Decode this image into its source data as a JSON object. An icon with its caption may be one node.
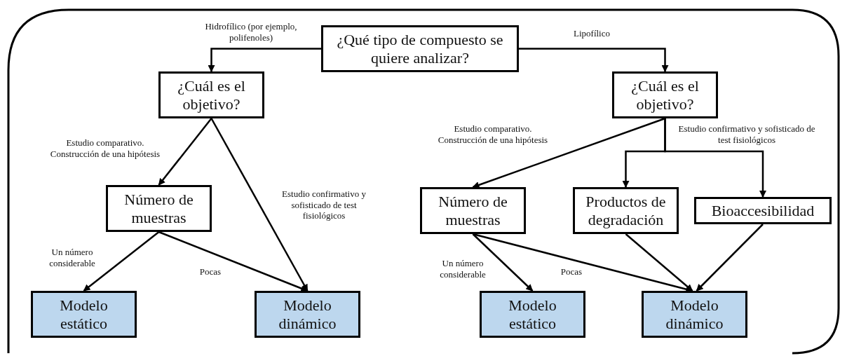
{
  "diagram": {
    "nodes": [
      {
        "text": [
          "¿Qué tipo de compuesto se quiere analizar?"
        ]
      },
      {
        "text": [
          "¿Cuál es el objetivo?"
        ]
      },
      {
        "text": [
          "¿Cuál es el objetivo?"
        ]
      },
      {
        "text": [
          "Número de muestras"
        ]
      },
      {
        "text": [
          "Modelo estático"
        ]
      },
      {
        "text": [
          "Modelo dinámico"
        ]
      },
      {
        "text": [
          "Número de muestras"
        ]
      },
      {
        "text": [
          "Productos de degradación"
        ]
      },
      {
        "text": [
          "Bioaccesibilidad"
        ]
      },
      {
        "text": [
          "Modelo estático"
        ]
      },
      {
        "text": [
          "Modelo dinámico"
        ]
      }
    ],
    "edges": [
      {
        "from": 0,
        "to": 1,
        "arrow": "to",
        "label": "Hidrofílico (por ejemplo, polifenoles)"
      },
      {
        "from": 0,
        "to": 2,
        "arrow": "to",
        "label": "Lipofílico"
      },
      {
        "from": 1,
        "to": 3,
        "arrow": "to",
        "label": "Estudio comparativo. Construcción de una hipótesis"
      },
      {
        "from": 1,
        "to": 5,
        "arrow": "to",
        "label": "Estudio confirmativo y sofisticado de test fisiológicos"
      },
      {
        "from": 2,
        "to": 6,
        "arrow": "to",
        "label": "Estudio comparativo. Construcción de una hipótesis"
      },
      {
        "from": 2,
        "to": 7,
        "arrow": "to",
        "label": "Estudio confirmativo y sofisticado de test fisiológicos"
      },
      {
        "from": 2,
        "to": 8,
        "arrow": "to"
      },
      {
        "from": 3,
        "to": 4,
        "arrow": "to",
        "label": "Un número considerable"
      },
      {
        "from": 3,
        "to": 5,
        "arrow": "to",
        "label": "Pocas"
      },
      {
        "from": 6,
        "to": 9,
        "arrow": "to",
        "label": "Un número considerable"
      },
      {
        "from": 6,
        "to": 10,
        "arrow": "to",
        "label": "Pocas"
      },
      {
        "from": 7,
        "to": 10,
        "arrow": "to"
      },
      {
        "from": 8,
        "to": 10,
        "arrow": "to"
      }
    ]
  }
}
